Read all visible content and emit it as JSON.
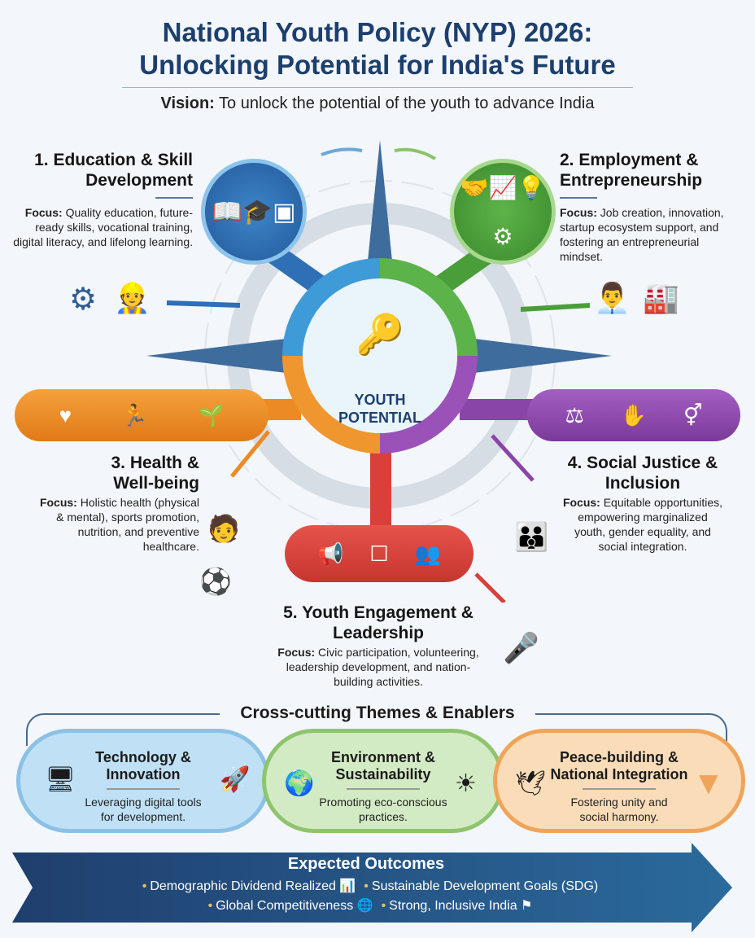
{
  "header": {
    "title_line1": "National Youth Policy (NYP) 2026:",
    "title_line2": "Unlocking Potential for India's Future",
    "vision_label": "Vision:",
    "vision_text": " To unlock the potential of the youth to advance India"
  },
  "center": {
    "line1": "YOUTH",
    "line2": "POTENTIAL"
  },
  "pillars": [
    {
      "title": "1. Education & Skill Development",
      "focus_label": "Focus:",
      "focus": " Quality education, future-ready skills, vocational training, digital literacy, and lifelong learning.",
      "color": "#2f6fb5"
    },
    {
      "title": "2. Employment & Entrepreneurship",
      "focus_label": "Focus:",
      "focus": " Job creation, innovation, startup ecosystem support, and fostering an entrepreneurial mindset.",
      "color": "#4a9e3a"
    },
    {
      "title": "3. Health & Well-being",
      "focus_label": "Focus:",
      "focus": " Holistic health (physical & mental), sports promotion, nutrition, and preventive healthcare.",
      "color": "#ec8a23"
    },
    {
      "title": "4. Social Justice & Inclusion",
      "focus_label": "Focus:",
      "focus": " Equitable opportunities, empowering marginalized youth, gender equality, and social integration.",
      "color": "#8a45a8"
    },
    {
      "title": "5. Youth Engagement & Leadership",
      "focus_label": "Focus:",
      "focus": " Civic participation, volunteering, leadership development, and nation-building activities.",
      "color": "#d9403a"
    }
  ],
  "themes": {
    "heading": "Cross-cutting Themes & Enablers",
    "items": [
      {
        "title": "Technology & Innovation",
        "desc": "Leveraging digital tools for development.",
        "color": "#bfe0f5"
      },
      {
        "title": "Environment & Sustainability",
        "desc": "Promoting eco-conscious practices.",
        "color": "#d3ebc4"
      },
      {
        "title": "Peace-building & National Integration",
        "desc": "Fostering unity and social harmony.",
        "color": "#fbdcb8"
      }
    ]
  },
  "outcomes": {
    "heading": "Expected Outcomes",
    "items": [
      "Demographic Dividend Realized",
      "Sustainable Development Goals (SDG)",
      "Global Competitiveness",
      "Strong, Inclusive India"
    ]
  }
}
